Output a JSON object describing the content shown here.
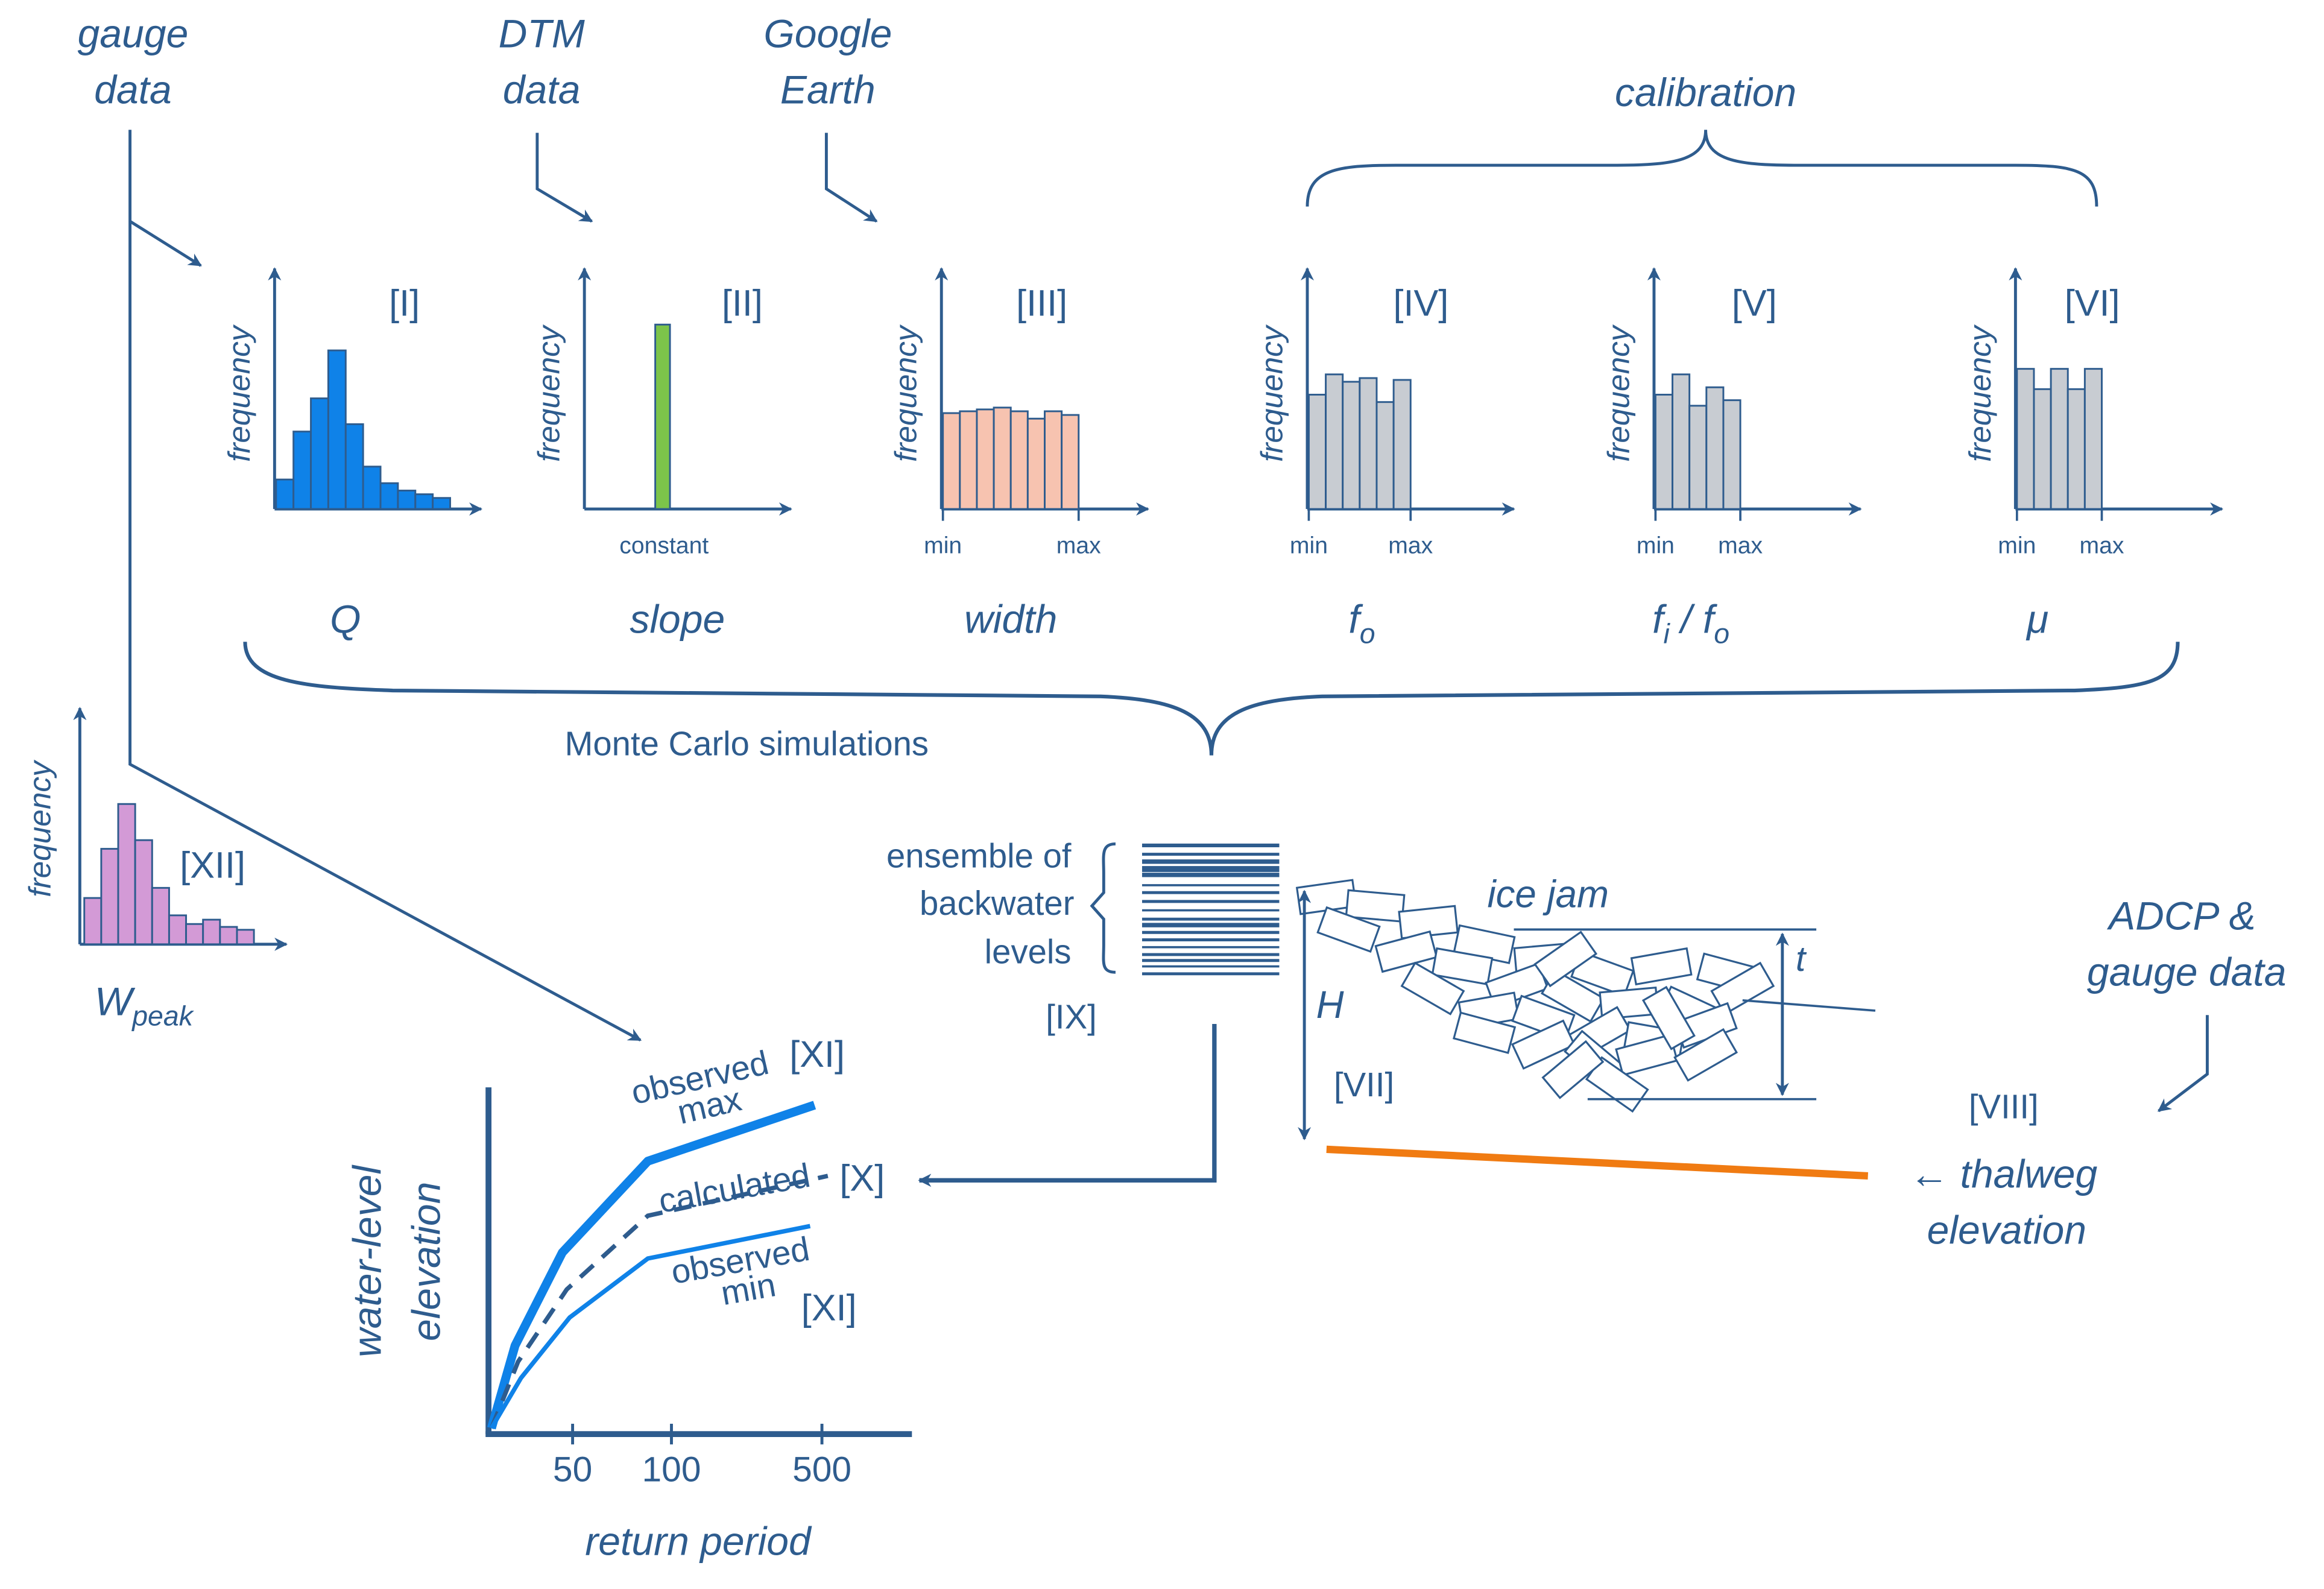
{
  "sources": {
    "gauge": [
      "gauge",
      "data"
    ],
    "dtm": [
      "DTM",
      "data"
    ],
    "google": [
      "Google",
      "Earth"
    ],
    "adcp": [
      "ADCP &",
      "gauge data"
    ]
  },
  "calibration_label": "calibration",
  "monte_carlo_label": "Monte Carlo simulations",
  "frequency_label": "frequency",
  "panels": [
    {
      "roman": "[I]",
      "variable": "Q",
      "ticks": [],
      "color": "#0f82e8",
      "values": [
        0.16,
        0.42,
        0.6,
        0.86,
        0.46,
        0.23,
        0.14,
        0.1,
        0.08,
        0.06
      ]
    },
    {
      "roman": "[II]",
      "variable": "slope",
      "ticks": [
        "constant"
      ],
      "color": "#7cc44a",
      "values": [
        1.0
      ]
    },
    {
      "roman": "[III]",
      "variable": "width",
      "ticks": [
        "min",
        "max"
      ],
      "color": "#f7c3b0",
      "values": [
        0.52,
        0.53,
        0.54,
        0.55,
        0.53,
        0.49,
        0.53,
        0.51
      ]
    },
    {
      "roman": "[IV]",
      "variable": "f",
      "var_sub": "o",
      "ticks": [
        "min",
        "max"
      ],
      "color": "#c8ccd2",
      "values": [
        0.62,
        0.73,
        0.69,
        0.71,
        0.58,
        0.7
      ]
    },
    {
      "roman": "[V]",
      "variable": "f",
      "var_sub": "i",
      "var_rest": " / f",
      "var_sub2": "o",
      "ticks": [
        "min",
        "max"
      ],
      "color": "#c8ccd2",
      "values": [
        0.62,
        0.73,
        0.56,
        0.66,
        0.59
      ]
    },
    {
      "roman": "[VI]",
      "variable": "μ",
      "ticks": [
        "min",
        "max"
      ],
      "color": "#c8ccd2",
      "values": [
        0.76,
        0.65,
        0.76,
        0.65,
        0.76
      ]
    }
  ],
  "wpeak": {
    "roman": "[XII]",
    "variable": "W",
    "sub": "peak",
    "color": "#d39ad6",
    "values": [
      0.32,
      0.66,
      0.97,
      0.72,
      0.39,
      0.2,
      0.14,
      0.17,
      0.12,
      0.1
    ]
  },
  "ensemble": {
    "lines": [
      "ensemble of",
      "backwater",
      "levels"
    ],
    "roman": "[IX]"
  },
  "ice": {
    "label": "ice jam",
    "H": "H",
    "t": "t",
    "roman_h": "[VII]",
    "roman_t": "[VIII]"
  },
  "thalweg": [
    "← thalweg",
    "elevation"
  ],
  "return_chart": {
    "ylabel": [
      "water-level",
      "elevation"
    ],
    "xlabel": "return period",
    "ticks": [
      "50",
      "100",
      "500"
    ],
    "curves": [
      {
        "label": [
          "observed",
          "max"
        ],
        "roman": "[XI]",
        "style": "thick"
      },
      {
        "label": [
          "calculated"
        ],
        "roman": "[X]",
        "style": "dashed"
      },
      {
        "label": [
          "observed",
          "min"
        ],
        "roman": "[XI]",
        "style": "thin"
      }
    ]
  },
  "colors": {
    "ink": "#2e5c8e",
    "blue": "#0f82e8",
    "orange": "#f07b12"
  }
}
